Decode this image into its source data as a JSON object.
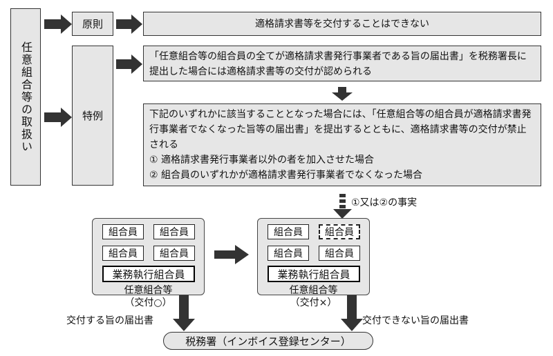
{
  "left_label": "任意組合等の取扱い",
  "principle": {
    "label": "原則",
    "text": "適格請求書等を交付することはできない"
  },
  "exception": {
    "label": "特例",
    "box1": "「任意組合等の組合員の全てが適格請求書発行事業者である旨の届出書」を税務署長に提出した場合には適格請求書等の交付が認められる",
    "box2_line1": "下記のいずれかに該当することとなった場合には、「任意組合等の組合員が適格請求書発行事業者でなくなった旨等の届出書」を提出するとともに、適格請求書等の交付が禁止される",
    "item1": "①  適格請求書発行事業者以外の者を加入させた場合",
    "item2": "②  組合員のいずれかが適格請求書発行事業者でなくなった場合"
  },
  "facts_label": "①又は②の事実",
  "left_card": {
    "members": [
      "組合員",
      "組合員",
      "組合員",
      "組合員"
    ],
    "executive": "業務執行組合員",
    "caption": "任意組合等",
    "status": "（交付○）"
  },
  "right_card": {
    "members": [
      "組合員",
      "組合員",
      "組合員",
      "組合員"
    ],
    "executive": "業務執行組合員",
    "caption": "任意組合等",
    "status": "（交付×）"
  },
  "left_notice": "交付する旨の届出書",
  "right_notice": "交付できない旨の届出書",
  "tax_office": "税務署（インボイス登録センター）"
}
